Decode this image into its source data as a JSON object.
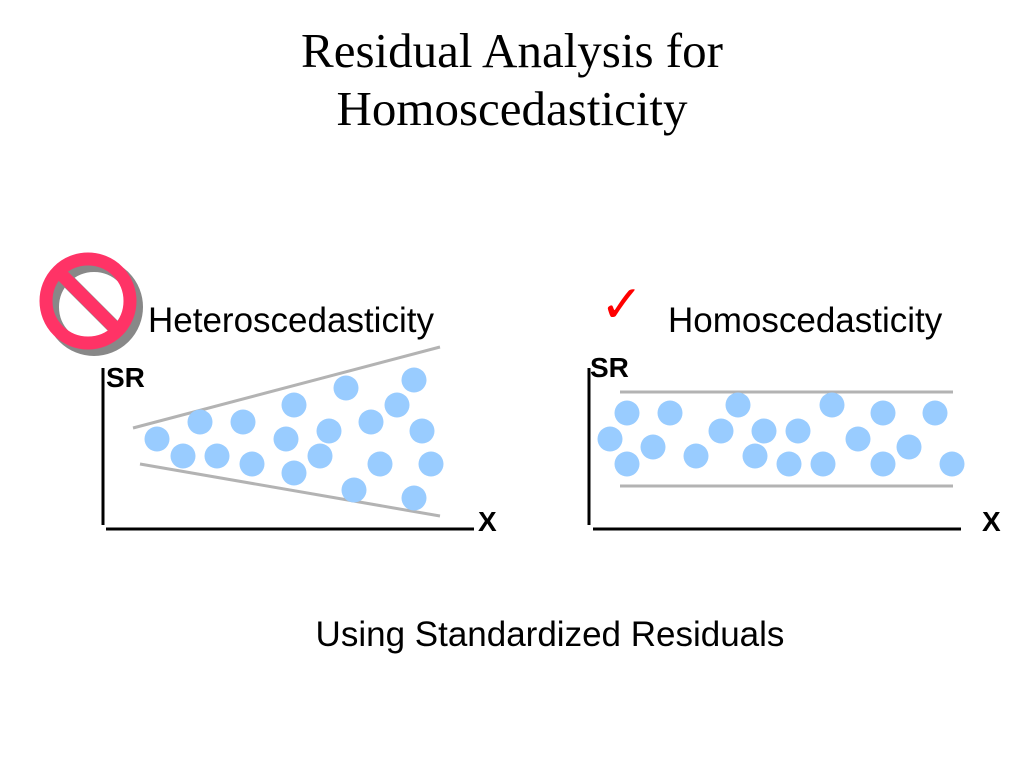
{
  "title": {
    "line1": "Residual Analysis for",
    "line2": "Homoscedasticity"
  },
  "panels": [
    {
      "label": "Heteroscedasticity",
      "status_icon": "prohibited-icon",
      "y_axis_label": "SR",
      "x_axis_label": "X",
      "pattern": "fan-shaped spread (variance increases with X)"
    },
    {
      "label": "Homoscedasticity",
      "status_icon": "checkmark-icon",
      "check_glyph": "✓",
      "y_axis_label": "SR",
      "x_axis_label": "X",
      "pattern": "constant band spread"
    }
  ],
  "caption": "Using Standardized Residuals",
  "colors": {
    "point": "#99ccff",
    "envelope": "#b3b3b3",
    "axis": "#000000",
    "prohibited": "#ff3366",
    "check": "#ff0000"
  }
}
